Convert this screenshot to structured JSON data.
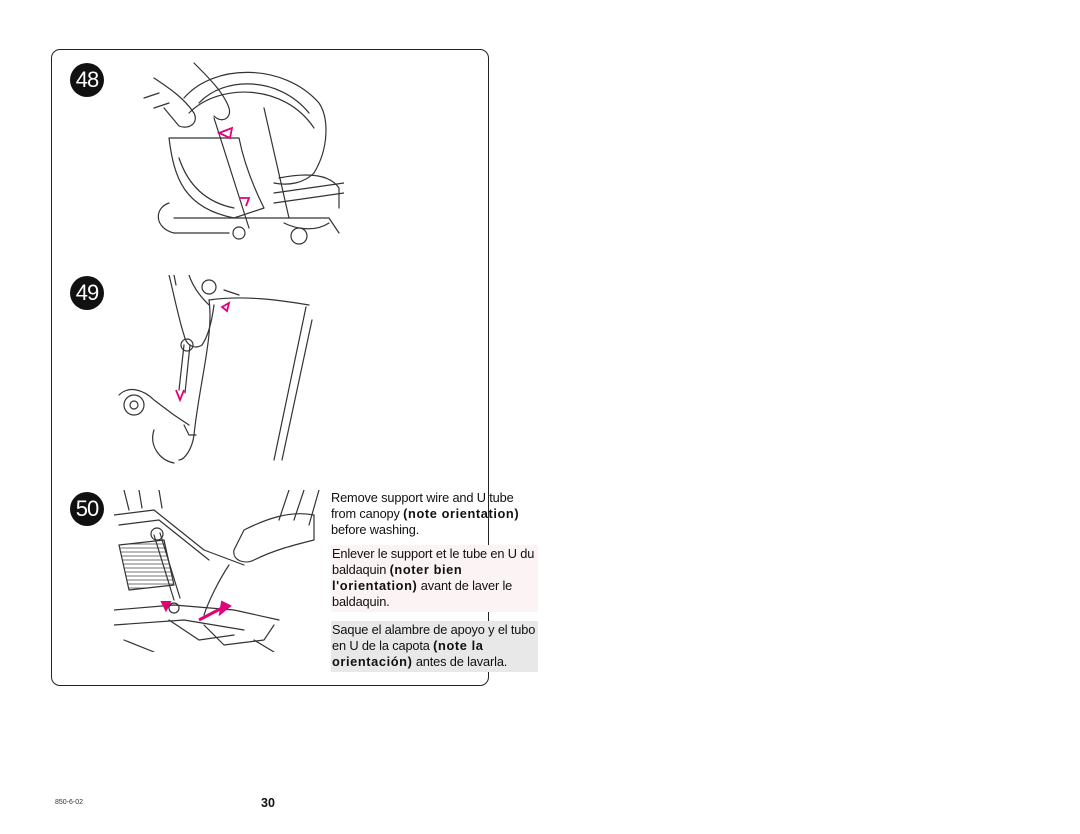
{
  "steps": [
    {
      "number": "48"
    },
    {
      "number": "49"
    },
    {
      "number": "50"
    }
  ],
  "instructions": {
    "english": {
      "before": "Remove support wire and U tube from canopy ",
      "bold": "(note orientation)",
      "after": " before washing."
    },
    "french": {
      "before": "Enlever le support et le tube en U du baldaquin ",
      "bold": "(noter bien l'orientation)",
      "after": " avant de laver le baldaquin."
    },
    "spanish": {
      "before": "Saque el alambre de apoyo y el tubo en U de la capota ",
      "bold": "(note la orientación)",
      "after": " antes de lavarla."
    }
  },
  "footer": {
    "code": "850-6-02",
    "page_number": "30"
  },
  "colors": {
    "accent_arrow": "#e2007a",
    "line_art": "#333333",
    "spanish_highlight": "#e8e8e8",
    "french_highlight": "#fbf3f4"
  },
  "illustrations": [
    {
      "step": "48",
      "icon": "stroller-canopy-removal-icon"
    },
    {
      "step": "49",
      "icon": "canopy-tube-removal-icon"
    },
    {
      "step": "50",
      "icon": "support-wire-removal-icon"
    }
  ]
}
